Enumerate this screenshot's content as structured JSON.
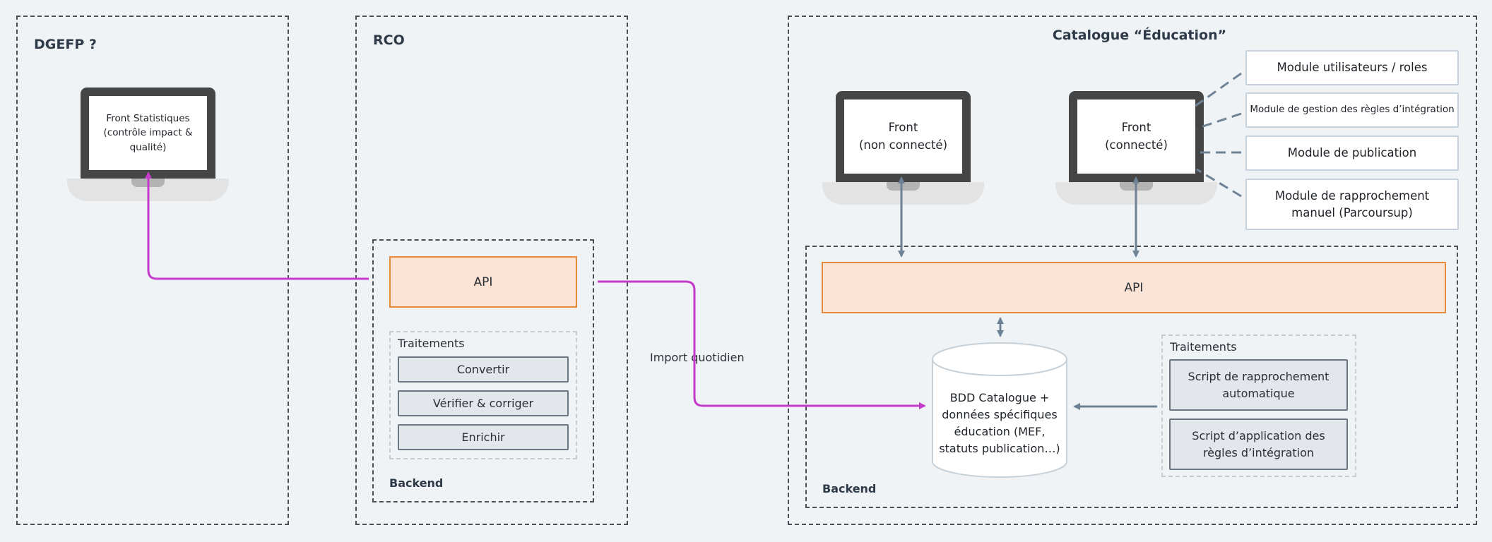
{
  "panels": {
    "dgefp": {
      "title": "DGEFP ?"
    },
    "rco": {
      "title": "RCO"
    },
    "catalogue": {
      "title": "Catalogue “Éducation”"
    }
  },
  "dgefp": {
    "front_statistiques": {
      "label": "Front Statistiques (contrôle impact & qualité)"
    }
  },
  "rco": {
    "backend_label": "Backend",
    "api_label": "API",
    "traitements": {
      "title": "Traitements",
      "steps": [
        "Convertir",
        "Vérifier & corriger",
        "Enrichir"
      ]
    }
  },
  "catalogue": {
    "front_public": {
      "line1": "Front",
      "line2": "(non connecté)"
    },
    "front_connecte": {
      "line1": "Front",
      "line2": "(connecté)"
    },
    "modules": [
      "Module utilisateurs / roles",
      "Module de gestion des règles d’intégration",
      "Module de publication",
      "Module de rapprochement manuel (Parcoursup)"
    ],
    "backend_label": "Backend",
    "api_label": "API",
    "database_label": "BDD Catalogue + données spécifiques éducation (MEF, statuts publication…)",
    "traitements": {
      "title": "Traitements",
      "scripts": [
        "Script de rapprochement automatique",
        "Script d’application des règles d’intégration"
      ]
    }
  },
  "edges": {
    "import_label": "Import quotidien"
  },
  "colors": {
    "background": "#eff3f6",
    "flow_magenta": "#c53acb",
    "connector_gray": "#6f8194",
    "api_fill": "#fbe3d5",
    "api_border": "#e88a3c"
  }
}
